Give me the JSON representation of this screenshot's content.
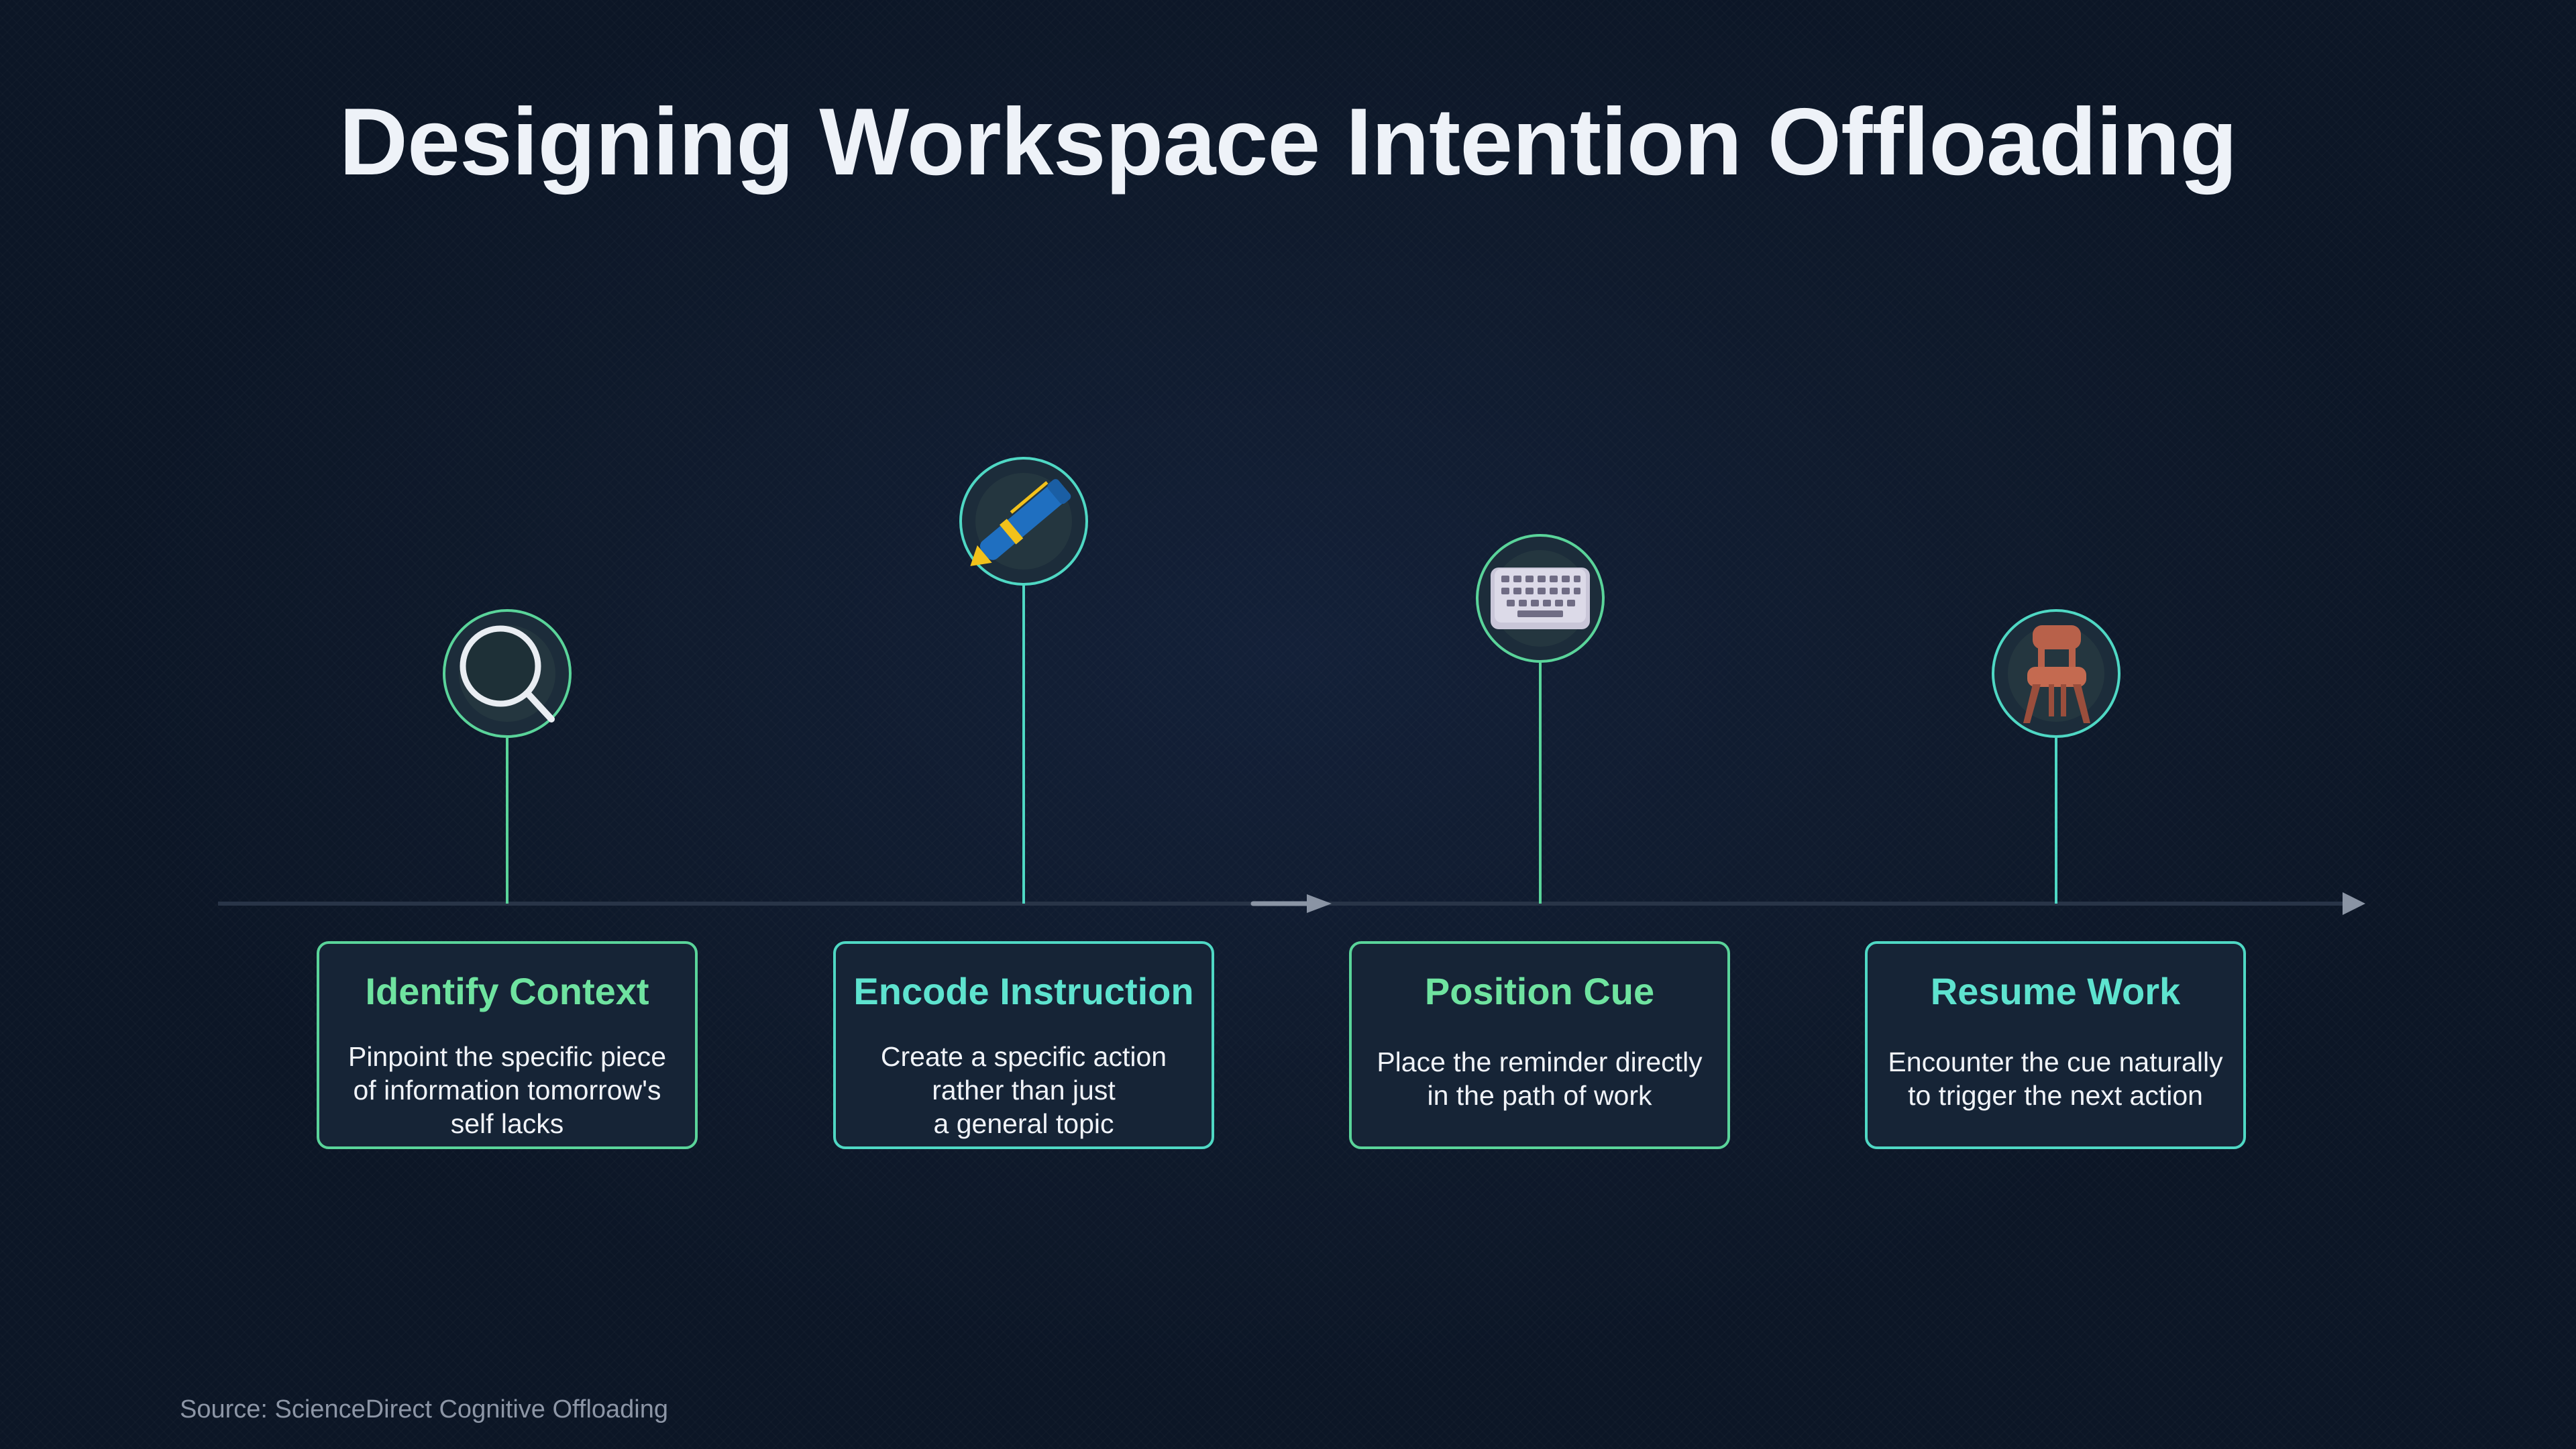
{
  "title": "Designing Workspace Intention Offloading",
  "source": "Source: ScienceDirect Cognitive Offloading",
  "colors": {
    "background": "#0f1a2c",
    "green_accent": "#5ad49a",
    "teal_accent": "#4fd8c4",
    "axis": "#283447",
    "arrow": "#8a94a4"
  },
  "steps": [
    {
      "title": "Identify Context",
      "description": "Pinpoint the specific piece of information tomorrow's self lacks",
      "desc_lines": [
        "Pinpoint the specific piece",
        "of information tomorrow's",
        "self lacks"
      ],
      "icon": "magnifying-glass-icon",
      "accent": "#5ad49a"
    },
    {
      "title": "Encode Instruction",
      "description": "Create a specific action rather than just a general topic",
      "desc_lines": [
        "Create a specific action",
        "rather than just",
        "a general topic"
      ],
      "icon": "pen-icon",
      "accent": "#4fd8c4"
    },
    {
      "title": "Position Cue",
      "description": "Place the reminder directly in the path of work",
      "desc_lines": [
        "Place the reminder directly",
        "in the path of work"
      ],
      "icon": "keyboard-icon",
      "accent": "#5ad49a"
    },
    {
      "title": "Resume Work",
      "description": "Encounter the cue naturally to trigger the next action",
      "desc_lines": [
        "Encounter the cue naturally",
        "to trigger the next action"
      ],
      "icon": "chair-icon",
      "accent": "#4fd8c4"
    }
  ]
}
